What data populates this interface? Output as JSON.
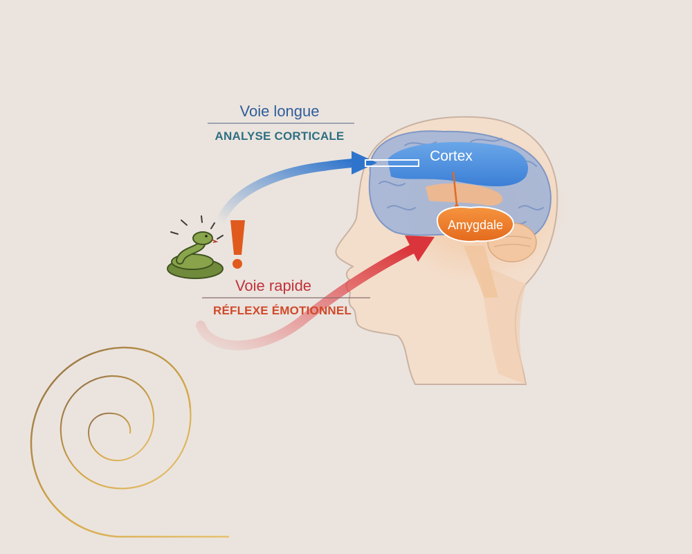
{
  "diagram": {
    "long_path": {
      "title": "Voie longue",
      "subtitle": "ANALYSE CORTICALE"
    },
    "fast_path": {
      "title": "Voie rapide",
      "subtitle": "RÉFLEXE ÉMOTIONNEL"
    },
    "regions": {
      "cortex": "Cortex",
      "amygdala": "Amygdale"
    },
    "stimulus": {
      "icon": "snake-icon",
      "alert": "exclamation-icon"
    }
  },
  "colors": {
    "background": "#ebe4de",
    "long_path": "#3b7fcf",
    "fast_path": "#d9403a",
    "cortex": "#4a8fdc",
    "amygdala": "#ef7a24",
    "spiral": "#c9a24a"
  }
}
